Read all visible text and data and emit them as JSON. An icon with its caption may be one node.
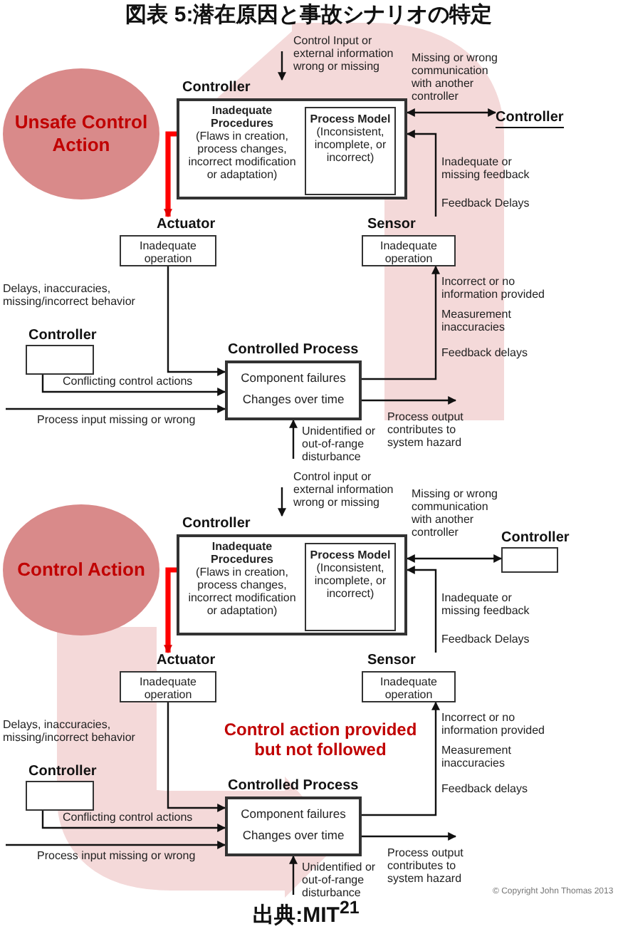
{
  "diagram": {
    "title": "図表 5:潜在原因と事故シナリオの特定",
    "caption": "出典:MIT$^{21}$",
    "nodes": [
      {
        "text": [
          "Unsafe Control Action"
        ]
      },
      {
        "text": [
          "Controller",
          "Inadequate Procedures",
          "(Flaws in creation, process changes, incorrect modification or adaptation)"
        ]
      },
      {
        "text": [
          "Process Model",
          "(Inconsistent, incomplete, or incorrect)"
        ],
        "in": 1
      },
      {
        "text": [
          "Controller"
        ]
      },
      {
        "text": [
          "Actuator",
          "Inadequate operation"
        ]
      },
      {
        "text": [
          "Sensor",
          "Inadequate operation"
        ]
      },
      {
        "text": [
          "Controller"
        ]
      },
      {
        "text": [
          "Controlled Process",
          "Component failures",
          "Changes over time"
        ]
      },
      {
        "text": [
          "Control Action"
        ]
      },
      {
        "text": [
          "Controller",
          "Inadequate Procedures",
          "(Flaws in creation, process changes, incorrect modification or adaptation)"
        ]
      },
      {
        "text": [
          "Process Model",
          "(Inconsistent, incomplete, or incorrect)"
        ],
        "in": 9
      },
      {
        "text": [
          "Controller"
        ]
      },
      {
        "text": [
          "Actuator",
          "Inadequate operation"
        ]
      },
      {
        "text": [
          "Sensor",
          "Inadequate operation"
        ]
      },
      {
        "text": [
          "Controller"
        ]
      },
      {
        "text": [
          "Controlled Process",
          "Component failures",
          "Changes over time"
        ]
      }
    ],
    "edges": [
      {
        "from": null,
        "to": 1,
        "arrow": "to",
        "label": "Control Input or external information wrong or missing"
      },
      {
        "from": 1,
        "to": 3,
        "arrow": "both",
        "label": "Missing or wrong communication with another controller"
      },
      {
        "from": 5,
        "to": 1,
        "arrow": "to",
        "label": "Inadequate or missing feedback"
      },
      {
        "from": 1,
        "to": 4,
        "arrow": "to",
        "style": "thick",
        "color": "#ff0000"
      },
      {
        "from": 4,
        "to": 7,
        "arrow": "to",
        "label": "Delays, inaccuracies, missing/incorrect behavior"
      },
      {
        "from": 6,
        "to": 7,
        "arrow": "to",
        "label": "Conflicting control actions"
      },
      {
        "from": null,
        "to": 7,
        "arrow": "to",
        "label": "Process input missing or wrong"
      },
      {
        "from": null,
        "to": 7,
        "arrow": "to",
        "label": "Unidentified or out-of-range disturbance"
      },
      {
        "from": 7,
        "to": 5,
        "arrow": "to",
        "label": "Incorrect or no information provided"
      },
      {
        "from": 7,
        "to": null,
        "arrow": "to",
        "label": "Process output contributes to system hazard"
      },
      {
        "from": null,
        "to": 9,
        "arrow": "to",
        "label": "Control input or external information wrong or missing"
      },
      {
        "from": 9,
        "to": 11,
        "arrow": "both",
        "label": "Missing or wrong communication with another controller"
      },
      {
        "from": 13,
        "to": 9,
        "arrow": "to",
        "label": "Inadequate or missing feedback"
      },
      {
        "from": 9,
        "to": 12,
        "arrow": "to",
        "style": "thick",
        "color": "#ff0000"
      },
      {
        "from": 12,
        "to": 15,
        "arrow": "to",
        "label": "Delays, inaccuracies, missing/incorrect behavior"
      },
      {
        "from": 14,
        "to": 15,
        "arrow": "to",
        "label": "Conflicting control actions"
      },
      {
        "from": null,
        "to": 15,
        "arrow": "to",
        "label": "Process input missing or wrong"
      },
      {
        "from": null,
        "to": 15,
        "arrow": "to",
        "label": "Unidentified or out-of-range disturbance"
      },
      {
        "from": 15,
        "to": 13,
        "arrow": "to",
        "label": "Incorrect or no information provided"
      },
      {
        "from": 15,
        "to": null,
        "arrow": "to",
        "label": "Process output contributes to system hazard"
      }
    ],
    "labels": [
      "Feedback Delays",
      "Measurement inaccuracies",
      "Feedback delays",
      "Feedback Delays",
      "Control action provided but not followed",
      "Measurement inaccuracies",
      "Feedback delays",
      "© Copyright John Thomas 2013"
    ]
  }
}
